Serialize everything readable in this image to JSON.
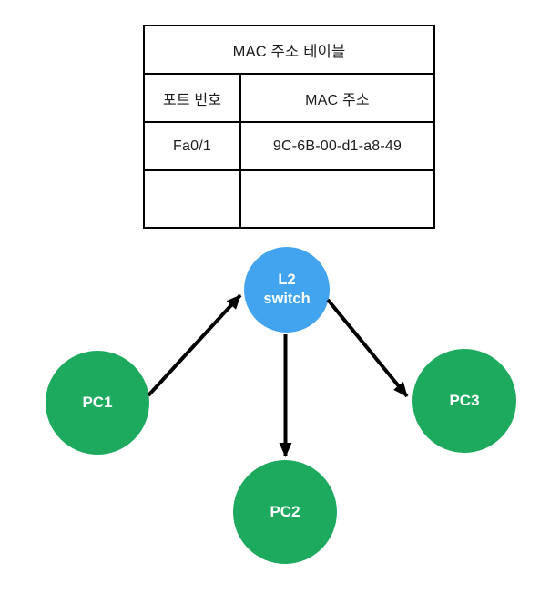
{
  "table": {
    "title": "MAC 주소 테이블",
    "columns": [
      "포트 번호",
      "MAC 주소"
    ],
    "rows": [
      {
        "port": "Fa0/1",
        "mac": "9C-6B-00-d1-a8-49"
      },
      {
        "port": "",
        "mac": ""
      }
    ]
  },
  "diagram": {
    "nodes": {
      "switch": {
        "label_line1": "L2",
        "label_line2": "switch",
        "color": "#42a3ee",
        "text_color": "#ffffff"
      },
      "pc1": {
        "label": "PC1",
        "color": "#1daa5e",
        "text_color": "#ffffff"
      },
      "pc2": {
        "label": "PC2",
        "color": "#1daa5e",
        "text_color": "#ffffff"
      },
      "pc3": {
        "label": "PC3",
        "color": "#1daa5e",
        "text_color": "#ffffff"
      }
    },
    "edges": [
      {
        "from": "PC1",
        "to": "L2 switch"
      },
      {
        "from": "L2 switch",
        "to": "PC2"
      },
      {
        "from": "L2 switch",
        "to": "PC3"
      }
    ],
    "arrow_color": "#000000"
  },
  "colors": {
    "background": "#ffffff",
    "table_border": "#000000",
    "table_text": "#1c1c1c"
  }
}
